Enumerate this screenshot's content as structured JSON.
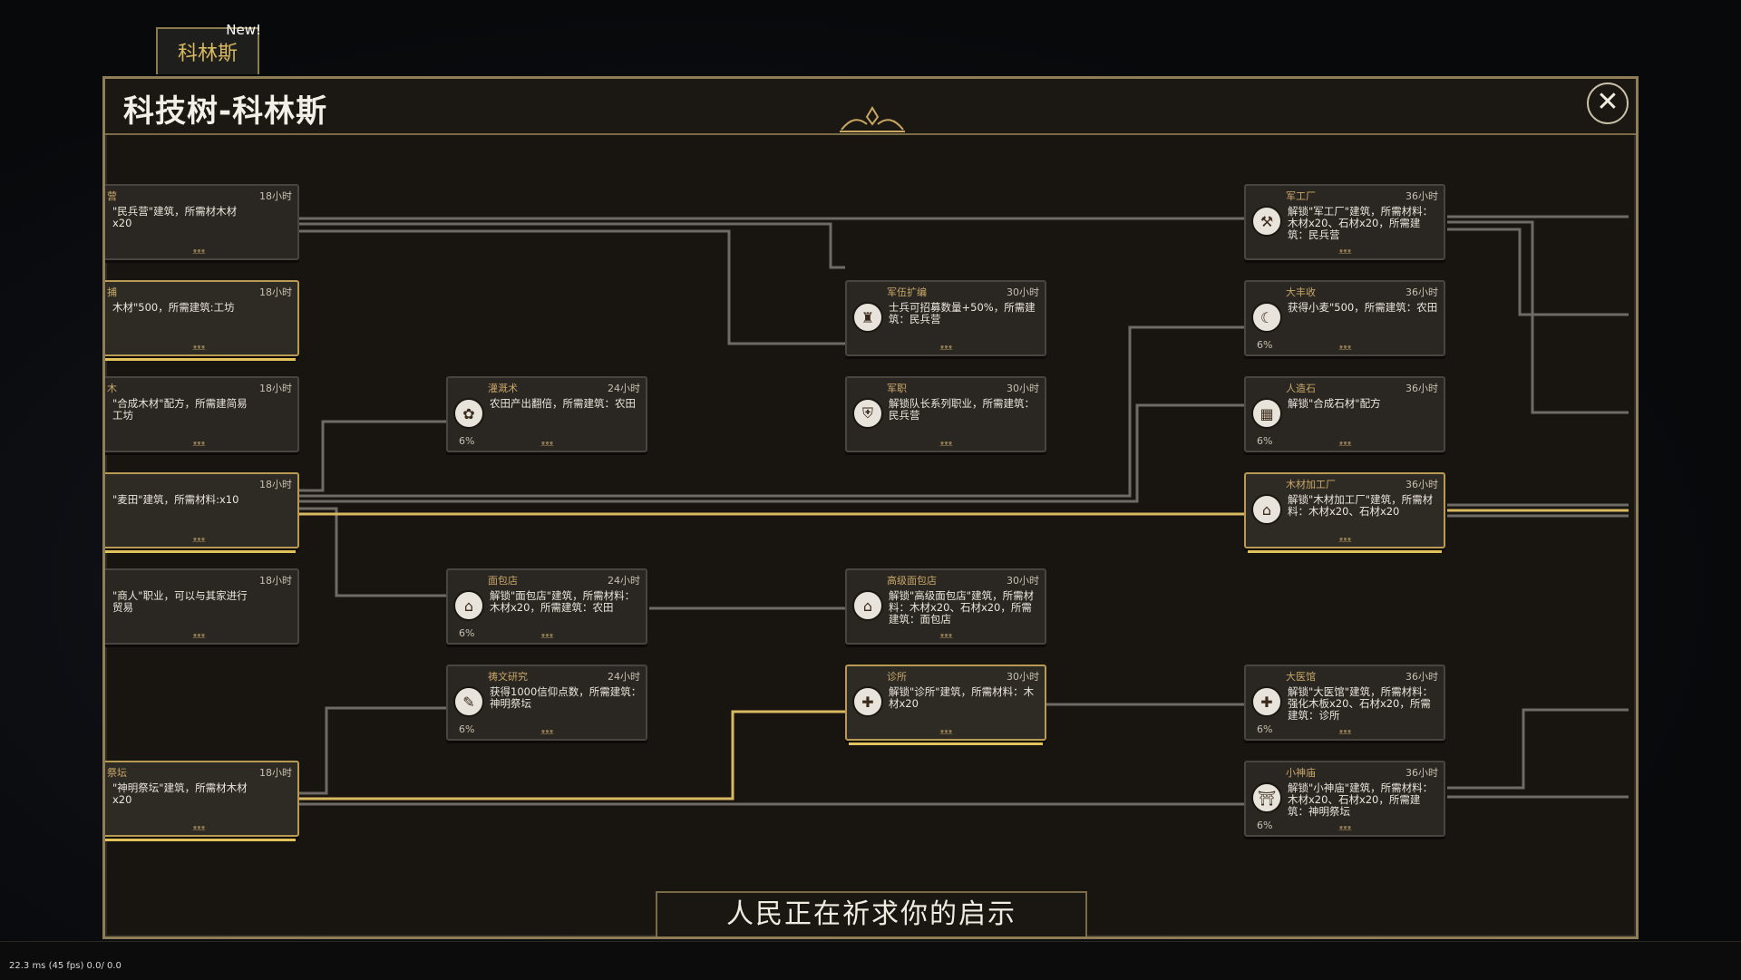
{
  "tab": {
    "label": "科林斯",
    "badge": "New!"
  },
  "window": {
    "title": "科技树-科林斯",
    "close_label": "✕"
  },
  "banner": "人民正在祈求你的启示",
  "fps": "22.3 ms (45 fps) 0.0/ 0.0",
  "nodes": [
    {
      "id": "c1",
      "title": "营",
      "time": "18小时",
      "desc": "\"民兵营\"建筑，所需材木材x20",
      "pct": ""
    },
    {
      "id": "c2",
      "title": "捕",
      "time": "18小时",
      "desc": "木材\"500，所需建筑:工坊",
      "pct": ""
    },
    {
      "id": "c3",
      "title": "木",
      "time": "18小时",
      "desc": "\"合成木材\"配方，所需建简易工坊",
      "pct": ""
    },
    {
      "id": "c4",
      "title": "",
      "time": "18小时",
      "desc": "\"麦田\"建筑，所需材料:x10",
      "pct": ""
    },
    {
      "id": "c5",
      "title": "",
      "time": "18小时",
      "desc": "\"商人\"职业，可以与其家进行贸易",
      "pct": ""
    },
    {
      "id": "c6",
      "title": "祭坛",
      "time": "18小时",
      "desc": "\"神明祭坛\"建筑，所需材木材x20",
      "pct": ""
    },
    {
      "id": "irr",
      "title": "灌溉术",
      "time": "24小时",
      "desc": "农田产出翻倍，所需建筑：农田",
      "pct": "6%"
    },
    {
      "id": "bak",
      "title": "面包店",
      "time": "24小时",
      "desc": "解锁\"面包店\"建筑，所需材料：木材x20，所需建筑：农田",
      "pct": "6%"
    },
    {
      "id": "pray",
      "title": "祷文研究",
      "time": "24小时",
      "desc": "获得1000信仰点数，所需建筑：神明祭坛",
      "pct": "6%"
    },
    {
      "id": "army",
      "title": "军伍扩编",
      "time": "30小时",
      "desc": "士兵可招募数量+50%，所需建筑：民兵营",
      "pct": ""
    },
    {
      "id": "mil",
      "title": "军职",
      "time": "30小时",
      "desc": "解锁队长系列职业，所需建筑：民兵营",
      "pct": ""
    },
    {
      "id": "abak",
      "title": "高级面包店",
      "time": "30小时",
      "desc": "解锁\"高级面包店\"建筑，所需材料：木材x20、石材x20，所需建筑：面包店",
      "pct": ""
    },
    {
      "id": "clinic",
      "title": "诊所",
      "time": "30小时",
      "desc": "解锁\"诊所\"建筑，所需材料：木材x20",
      "pct": ""
    },
    {
      "id": "fac",
      "title": "军工厂",
      "time": "36小时",
      "desc": "解锁\"军工厂\"建筑，所需材料：木材x20、石材x20，所需建筑：民兵营",
      "pct": ""
    },
    {
      "id": "harv",
      "title": "大丰收",
      "time": "36小时",
      "desc": "获得小麦\"500，所需建筑：农田",
      "pct": "6%"
    },
    {
      "id": "stone",
      "title": "人造石",
      "time": "36小时",
      "desc": "解锁\"合成石材\"配方",
      "pct": "6%"
    },
    {
      "id": "wood",
      "title": "木材加工厂",
      "time": "36小时",
      "desc": "解锁\"木材加工厂\"建筑，所需材料：木材x20、石材x20",
      "pct": ""
    },
    {
      "id": "hosp",
      "title": "大医馆",
      "time": "36小时",
      "desc": "解锁\"大医馆\"建筑，所需材料：强化木板x20、石材x20，所需建筑：诊所",
      "pct": "6%"
    },
    {
      "id": "temple",
      "title": "小神庙",
      "time": "36小时",
      "desc": "解锁\"小神庙\"建筑，所需材料：木材x20、石材x20，所需建筑：神明祭坛",
      "pct": "6%"
    }
  ]
}
